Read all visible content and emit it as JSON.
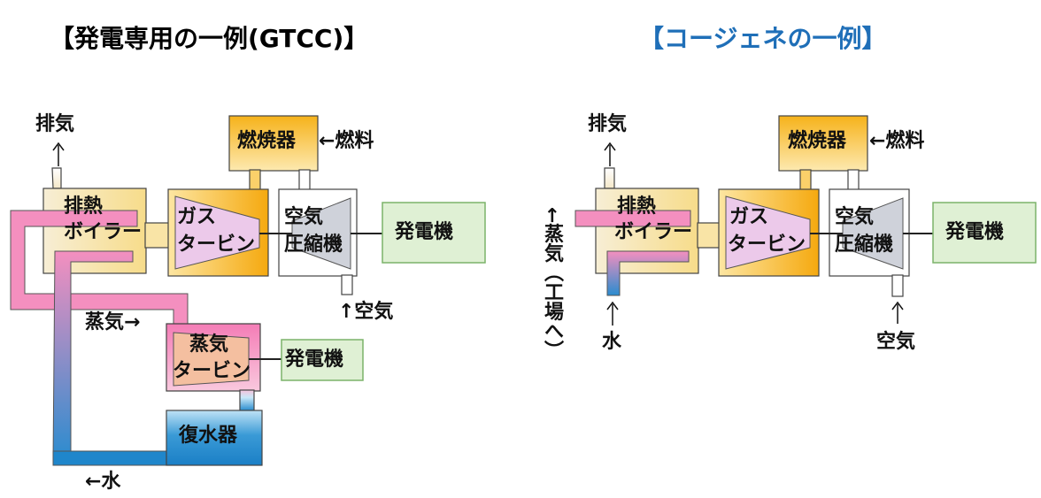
{
  "gtcc": {
    "title": "【発電専用の一例(GTCC)】",
    "exhaust": "排気",
    "combustor": "燃焼器",
    "fuel": "←燃料",
    "hrsg_line1": "排熱",
    "hrsg_line2": "ボイラー",
    "gas_turbine_line1": "ガス",
    "gas_turbine_line2": "タービン",
    "compressor_line1": "空気",
    "compressor_line2": "圧縮機",
    "generator": "発電機",
    "air": "↑空気",
    "steam_arrow": "蒸気→",
    "steam_turbine_line1": "蒸気",
    "steam_turbine_line2": "タービン",
    "generator2": "発電機",
    "condenser": "復水器",
    "water": "←水"
  },
  "cogen": {
    "title": "【コージェネの一例】",
    "exhaust": "排気",
    "combustor": "燃焼器",
    "fuel": "←燃料",
    "hrsg_line1": "排熱",
    "hrsg_line2": "ボイラー",
    "gas_turbine_line1": "ガス",
    "gas_turbine_line2": "タービン",
    "compressor_line1": "空気",
    "compressor_line2": "圧縮機",
    "generator": "発電機",
    "steam_to_factory": "←蒸気（工場へ）",
    "water": "水",
    "air": "空気"
  },
  "colors": {
    "title_left": "#111111",
    "title_right": "#1f6fb8",
    "water": "#2a8ccf",
    "steam": "#f48fbf",
    "generator_fill": "#dff0d4",
    "generator_border": "#7bb36a",
    "combustion_orange": "#f6b21a",
    "turbine_rotor": "#e9cbe9",
    "compressor_rotor": "#c9cdd6"
  }
}
